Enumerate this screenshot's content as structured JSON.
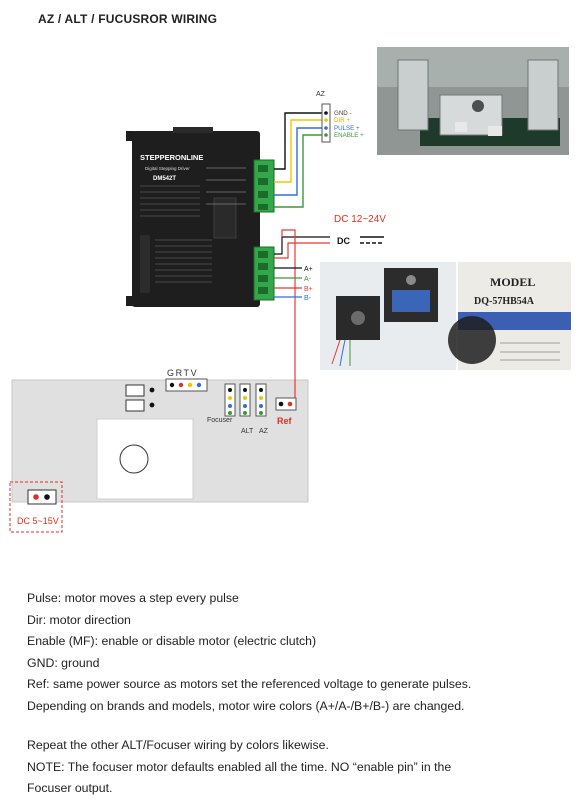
{
  "title": "AZ / ALT / FUCUSROR WIRING",
  "driver": {
    "brand": "STEPPERONLINE",
    "subtitle": "Digital Stepping Driver",
    "model": "DM542T"
  },
  "az_connector": {
    "label": "AZ",
    "pins": [
      "GND -",
      "DIR +",
      "PULSE +",
      "ENABLE +"
    ]
  },
  "power": {
    "label": "DC 12~24V",
    "symbol": "DC"
  },
  "motor_wires": [
    "A+",
    "A-",
    "B+",
    "B-"
  ],
  "motor_label": {
    "model_heading": "MODEL",
    "model_number": "DQ-57HB54A"
  },
  "controller": {
    "grtv": "GRTV",
    "focuser": "Focuser",
    "alt": "ALT",
    "az": "AZ",
    "ref": "Ref",
    "dc": "DC 5~15V"
  },
  "colors": {
    "red": "#e03020",
    "wire_red": "#e53935",
    "yellow": "#f2c400",
    "blue": "#2e6fdc",
    "green": "#3a9a3a",
    "terminal_green": "#33a84a",
    "board": "#e0e0e0"
  },
  "notes": [
    "Pulse:   motor moves a step every pulse",
    "Dir:   motor direction",
    "Enable (MF):   enable or disable motor (electric clutch)",
    "GND:   ground",
    "Ref:   same power source as motors set the referenced voltage to generate pulses.",
    "Depending on brands and models, motor wire colors (A+/A-/B+/B-) are changed.",
    "",
    "Repeat the other ALT/Focuser wiring by colors likewise.",
    "NOTE:   The focuser motor defaults enabled all the time. NO “enable pin” in the",
    "Focuser output."
  ]
}
